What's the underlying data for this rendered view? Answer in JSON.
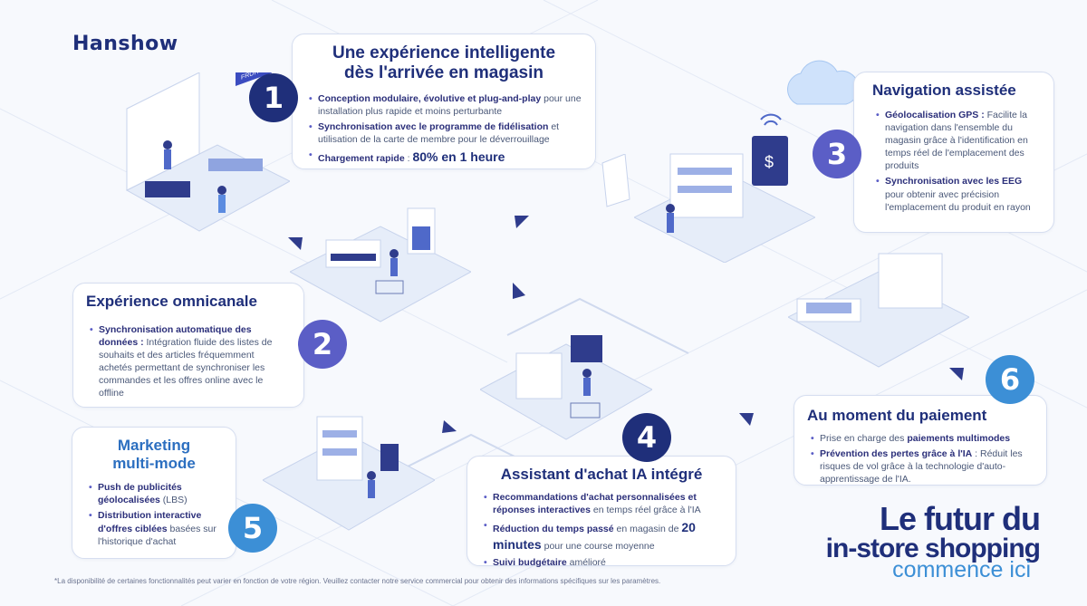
{
  "logo": "Hanshow",
  "steps": [
    {
      "number": "1",
      "title_lines": [
        "Une expérience intelligente",
        "dès l'arrivée en magasin"
      ],
      "bullets": [
        {
          "bold": "Conception modulaire, évolutive et plug-and-play",
          "rest": " pour une installation plus rapide et moins perturbante"
        },
        {
          "bold": "Synchronisation avec le programme de fidélisation",
          "rest": " et utilisation de la carte de membre pour le déverrouillage"
        },
        {
          "bold": "Chargement rapide",
          "rest": " : ",
          "big": "80% en 1 heure"
        }
      ]
    },
    {
      "number": "2",
      "title_lines": [
        "Expérience omnicanale"
      ],
      "bullets": [
        {
          "bold": "Synchronisation automatique des données :",
          "rest": " Intégration fluide des listes de souhaits et des articles fréquemment achetés permettant de synchroniser les commandes et les offres online avec le offline"
        }
      ]
    },
    {
      "number": "3",
      "title_lines": [
        "Navigation assistée"
      ],
      "bullets": [
        {
          "bold": "Géolocalisation GPS :",
          "rest": " Facilite la navigation dans l'ensemble du magasin grâce à l'identification en temps réel de l'emplacement des produits"
        },
        {
          "bold": "Synchronisation avec les EEG",
          "rest": " pour obtenir avec précision l'emplacement du produit en rayon"
        }
      ]
    },
    {
      "number": "4",
      "title_lines": [
        "Assistant d'achat IA intégré"
      ],
      "bullets": [
        {
          "bold": "Recommandations d'achat personnalisées et réponses interactives",
          "rest": " en temps réel grâce à l'IA"
        },
        {
          "bold": "Réduction du temps passé",
          "rest": " en magasin de ",
          "big": "20 minutes",
          "rest2": " pour une course moyenne"
        },
        {
          "bold": "Suivi budgétaire",
          "rest": " amélioré"
        }
      ]
    },
    {
      "number": "5",
      "title_lines": [
        "Marketing",
        "multi-mode"
      ],
      "bullets": [
        {
          "bold": "Push de publicités géolocalisées",
          "rest": " (LBS)"
        },
        {
          "bold": "Distribution interactive d'offres ciblées",
          "rest": " basées sur l'historique d'achat"
        }
      ]
    },
    {
      "number": "6",
      "title_lines": [
        "Au moment du paiement"
      ],
      "bullets": [
        {
          "pre": "Prise en charge des ",
          "bold": "paiements multimodes",
          "rest": ""
        },
        {
          "bold": "Prévention des pertes grâce à l'IA",
          "rest": " : Réduit les risques de vol grâce à la technologie d'auto-apprentissage de l'IA."
        }
      ]
    }
  ],
  "tagline": {
    "line1": "Le futur du",
    "line2": "in-store shopping",
    "line3": "commence ici"
  },
  "store_signs": [
    "FRUIT",
    "$"
  ],
  "footnote": "*La disponibilité de certaines fonctionnalités peut varier en fonction de votre région. Veuillez contacter notre service commercial pour obtenir des informations spécifiques sur les paramètres.",
  "colors": {
    "navy": "#1f2f7a",
    "purple": "#5b5ec6",
    "blue": "#3c8fd6"
  }
}
